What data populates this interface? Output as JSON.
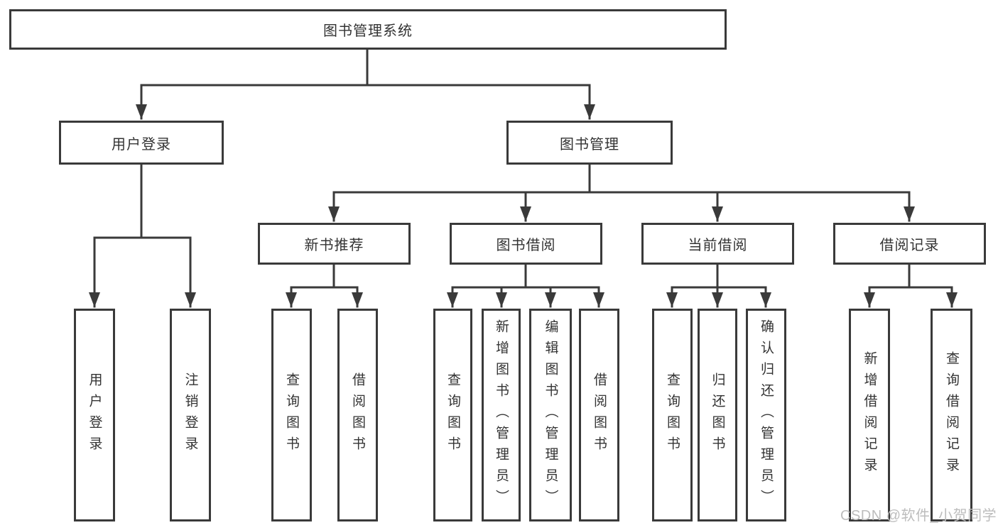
{
  "diagram": {
    "root": {
      "label": "图书管理系统"
    },
    "level2": [
      {
        "label": "用户登录"
      },
      {
        "label": "图书管理"
      }
    ],
    "level3": [
      {
        "label": "新书推荐"
      },
      {
        "label": "图书借阅"
      },
      {
        "label": "当前借阅"
      },
      {
        "label": "借阅记录"
      }
    ],
    "leaves": {
      "user_login": [
        "用户登录",
        "注销登录"
      ],
      "new_book": [
        "查询图书",
        "借阅图书"
      ],
      "borrow": [
        "查询图书",
        "新增图书（管理员）",
        "编辑图书（管理员）",
        "借阅图书"
      ],
      "current": [
        "查询图书",
        "归还图书",
        "确认归还（管理员）"
      ],
      "records": [
        "新增借阅记录",
        "查询借阅记录"
      ]
    }
  },
  "watermark": "CSDN @软件_小贺同学",
  "colors": {
    "line": "#3a3a3a",
    "text": "#333333",
    "watermark": "#bdbdbd",
    "background": "#ffffff"
  }
}
